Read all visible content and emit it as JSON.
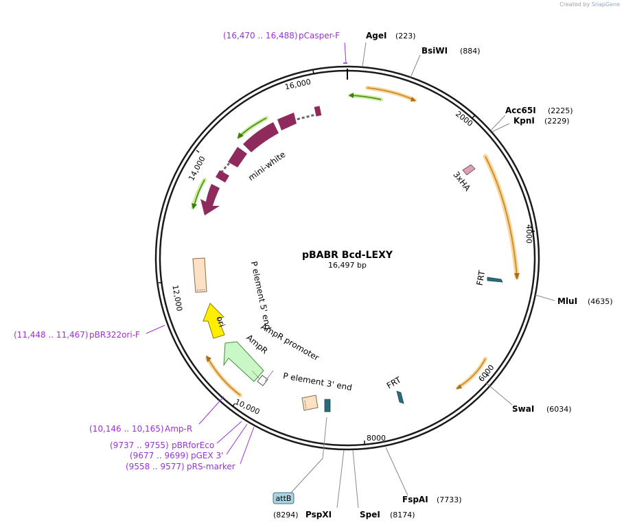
{
  "watermark": {
    "created_by": "Created by",
    "brand": "SnapGene"
  },
  "plasmid": {
    "name": "pBABR Bcd-LEXY",
    "size_label": "16,497 bp"
  },
  "ticks": [
    "2000",
    "4000",
    "6000",
    "8000",
    "10,000",
    "12,000",
    "14,000",
    "16,000"
  ],
  "enzymes": [
    {
      "name": "AgeI",
      "pos": "(223)"
    },
    {
      "name": "BsiWI",
      "pos": "(884)"
    },
    {
      "name": "Acc65I",
      "pos": "(2225)"
    },
    {
      "name": "KpnI",
      "pos": "(2229)"
    },
    {
      "name": "MluI",
      "pos": "(4635)"
    },
    {
      "name": "SwaI",
      "pos": "(6034)"
    },
    {
      "name": "FspAI",
      "pos": "(7733)"
    },
    {
      "name": "SpeI",
      "pos": "(8174)"
    },
    {
      "name": "PspXI",
      "pos": "(8294)"
    }
  ],
  "primers": [
    {
      "range": "(16,470 .. 16,488)",
      "name": "pCasper-F"
    },
    {
      "range": "(11,448 .. 11,467)",
      "name": "pBR322ori-F"
    },
    {
      "range": "(10,146 .. 10,165)",
      "name": "Amp-R"
    },
    {
      "range": "(9737 .. 9755)",
      "name": "pBRforEco"
    },
    {
      "range": "(9677 .. 9699)",
      "name": "pGEX 3'"
    },
    {
      "range": "(9558 .. 9577)",
      "name": "pRS-marker"
    }
  ],
  "features": {
    "threexha": "3xHA",
    "frt": "FRT",
    "mini_white": "mini-white",
    "p5": "P element 5' end",
    "ori": "ori",
    "ampr_promoter": "AmpR promoter",
    "ampr": "AmpR",
    "p3": "P element 3' end",
    "attb": "attB"
  },
  "colors": {
    "backbone": "#1a1a1a",
    "orange_feature": "#c98a2e",
    "orange_glow": "#f7d79a",
    "green_feature": "#4f8f1e",
    "green_glow": "#cdeea0",
    "marker_gene": "#8e2b5c",
    "frt": "#2b6b7a",
    "ha_tag": "#d9a2b7",
    "p_element": "#fde1c4",
    "ori": "#ffee00",
    "ampr": "#c9f7c5",
    "primer": "#9b30d9",
    "attb_fill": "#a9d4e2"
  }
}
